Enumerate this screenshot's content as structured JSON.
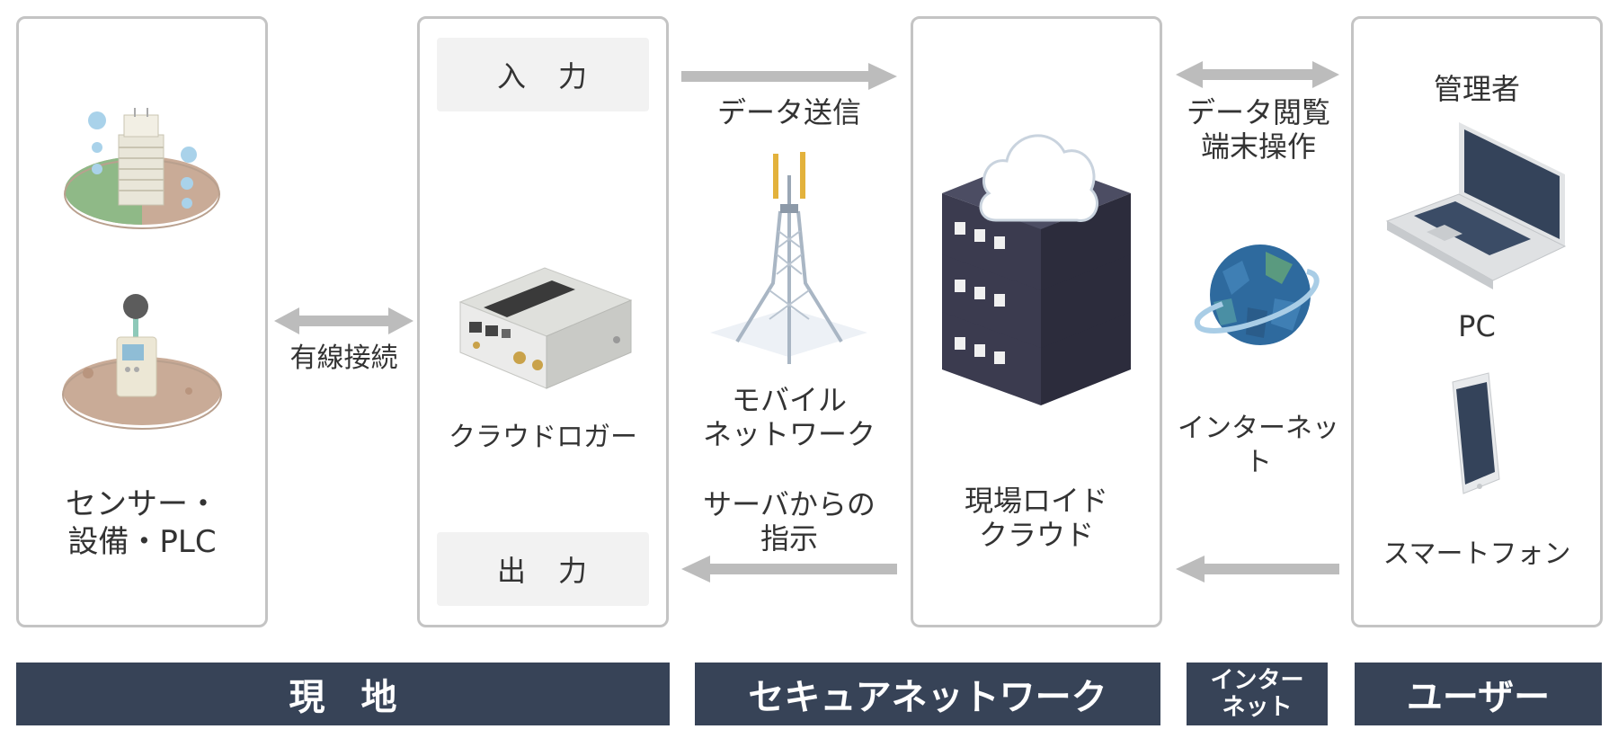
{
  "sections": {
    "site": {
      "sensor_label": "センサー・\n設備・PLC",
      "wired_label": "有線接続"
    },
    "logger": {
      "input_label": "入　力",
      "output_label": "出　力",
      "device_label": "クラウドロガー"
    },
    "network": {
      "send_label": "データ送信",
      "mobile_label": "モバイル\nネットワーク",
      "instruct_label": "サーバからの\n指示"
    },
    "cloud": {
      "label": "現場ロイド\nクラウド"
    },
    "internet": {
      "view_label": "データ閲覧\n端末操作",
      "label": "インターネット"
    },
    "user": {
      "admin_label": "管理者",
      "pc_label": "PC",
      "smartphone_label": "スマートフォン"
    }
  },
  "bands": {
    "site": "現　地",
    "secure_network": "セキュアネットワーク",
    "internet": "インター\nネット",
    "user": "ユーザー"
  },
  "colors": {
    "band": "#374357",
    "border": "#c4c4c4",
    "arrow": "#bcbcbc",
    "io_box": "#f2f2f2"
  }
}
